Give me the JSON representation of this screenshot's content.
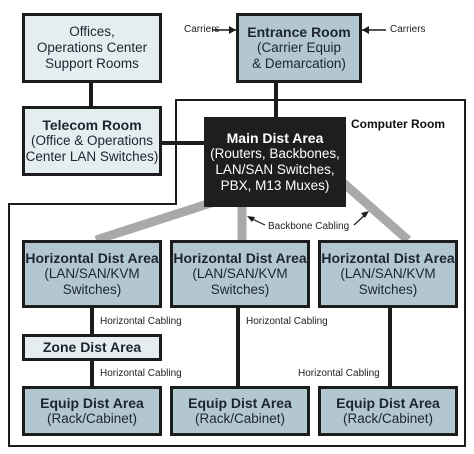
{
  "labels": {
    "carriers_left": "Carriers",
    "carriers_right": "Carriers",
    "computer_room": "Computer Room",
    "backbone_cabling": "Backbone Cabling",
    "horizontal_cabling": "Horizontal Cabling"
  },
  "boxes": {
    "offices": {
      "lines": [
        "Offices,",
        "Operations Center",
        "Support Rooms"
      ]
    },
    "entrance": {
      "title": "Entrance Room",
      "lines": [
        "(Carrier Equip",
        "& Demarcation)"
      ]
    },
    "telecom": {
      "title": "Telecom Room",
      "lines": [
        "(Office & Operations",
        "Center LAN Switches)"
      ]
    },
    "main": {
      "title": "Main Dist Area",
      "lines": [
        "(Routers, Backbones,",
        "LAN/SAN Switches,",
        "PBX, M13 Muxes)"
      ]
    },
    "hda_left": {
      "title": "Horizontal Dist Area",
      "lines": [
        "(LAN/SAN/KVM",
        "Switches)"
      ]
    },
    "hda_mid": {
      "title": "Horizontal Dist Area",
      "lines": [
        "(LAN/SAN/KVM",
        "Switches)"
      ]
    },
    "hda_right": {
      "title": "Horizontal Dist Area",
      "lines": [
        "(LAN/SAN/KVM",
        "Switches)"
      ]
    },
    "zone": {
      "title": "Zone Dist Area"
    },
    "eda_left": {
      "title": "Equip Dist Area",
      "lines": [
        "(Rack/Cabinet)"
      ]
    },
    "eda_mid": {
      "title": "Equip Dist Area",
      "lines": [
        "(Rack/Cabinet)"
      ]
    },
    "eda_right": {
      "title": "Equip Dist Area",
      "lines": [
        "(Rack/Cabinet)"
      ]
    }
  },
  "colors": {
    "light_fill": "#e6edf1",
    "mid_fill": "#b3c7d3",
    "dark_fill": "#1e1e1e",
    "backbone": "#a9a9a9",
    "outline": "#1c1c1c"
  }
}
